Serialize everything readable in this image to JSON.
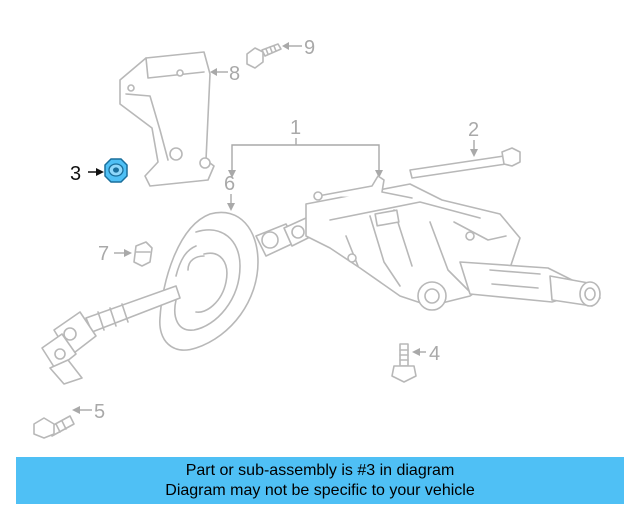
{
  "diagram": {
    "callouts": [
      {
        "number": "1",
        "part": "steering column assembly"
      },
      {
        "number": "2",
        "part": "long bolt"
      },
      {
        "number": "3",
        "part": "nut",
        "highlighted": true
      },
      {
        "number": "4",
        "part": "bolt"
      },
      {
        "number": "5",
        "part": "bolt"
      },
      {
        "number": "6",
        "part": "steering column cover / seal"
      },
      {
        "number": "7",
        "part": "clip / nut"
      },
      {
        "number": "8",
        "part": "bracket"
      },
      {
        "number": "9",
        "part": "bolt"
      }
    ],
    "highlight_color": "#4fc0f5",
    "line_color": "#b8b8b8",
    "label_color": "#a9a9a9"
  },
  "caption": {
    "line1": "Part or sub-assembly is #3 in diagram",
    "line2": "Diagram may not be specific to your vehicle",
    "background": "#4fc0f5"
  }
}
